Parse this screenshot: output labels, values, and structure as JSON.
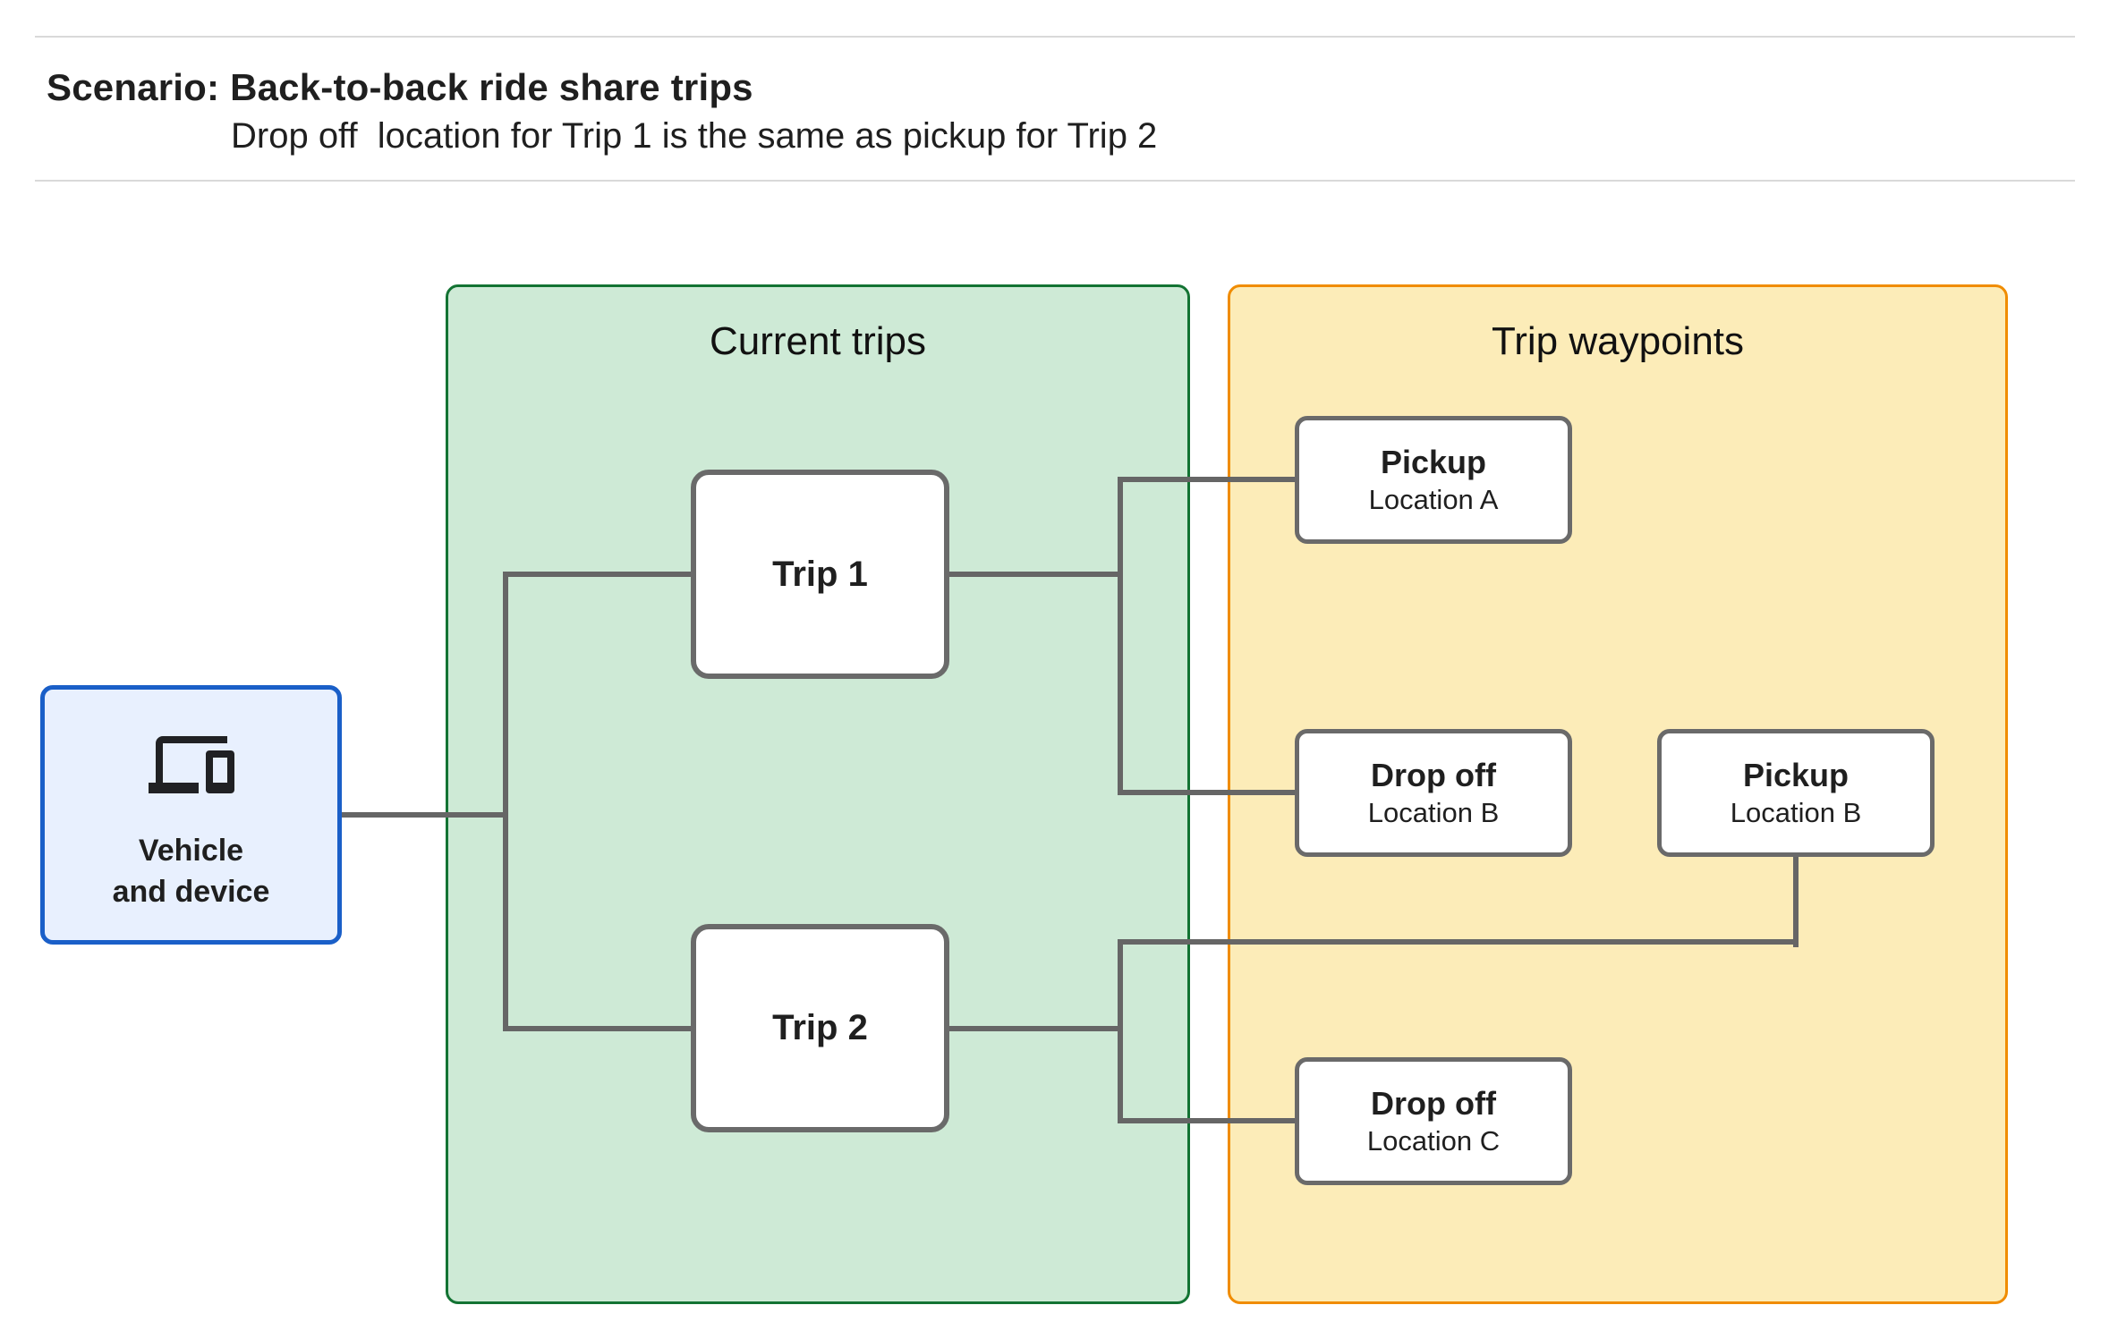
{
  "header": {
    "title": "Scenario: Back-to-back ride share trips",
    "subtitle": "Drop off  location for Trip 1 is the same as pickup for Trip 2"
  },
  "panels": {
    "current_trips": {
      "title": "Current trips"
    },
    "trip_waypoints": {
      "title": "Trip waypoints"
    }
  },
  "nodes": {
    "vehicle": {
      "icon": "devices-icon",
      "label_line1": "Vehicle",
      "label_line2": "and device"
    },
    "trips": [
      {
        "label": "Trip 1"
      },
      {
        "label": "Trip 2"
      }
    ],
    "waypoints": [
      {
        "type": "Pickup",
        "location": "Location A"
      },
      {
        "type": "Drop off",
        "location": "Location B"
      },
      {
        "type": "Pickup",
        "location": "Location B"
      },
      {
        "type": "Drop off",
        "location": "Location C"
      }
    ]
  },
  "colors": {
    "green_fill": "#ceead6",
    "green_border": "#137333",
    "amber_fill": "#fcecb8",
    "amber_border": "#f08c00",
    "blue_fill": "#e8f0fe",
    "blue_border": "#1a5fc8",
    "node_border": "#6a6a6a",
    "edge_color": "#666666",
    "rule_color": "#d9d9d9",
    "text_color": "#1f1f1f"
  }
}
